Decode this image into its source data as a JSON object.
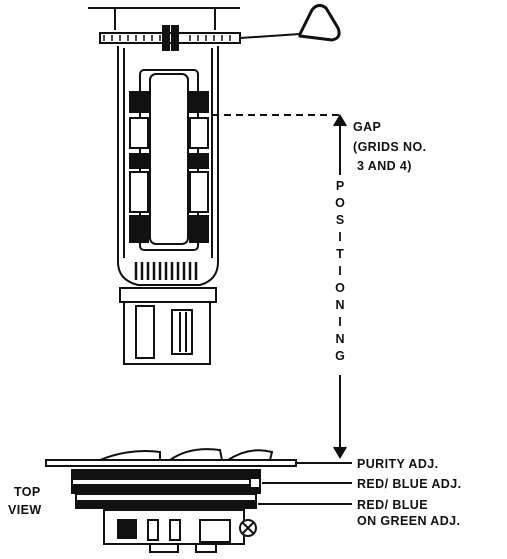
{
  "labels": {
    "gap_line1": "GAP",
    "gap_line2": "(GRIDS NO.",
    "gap_line3": "3 AND 4)",
    "positioning_letters": [
      "P",
      "O",
      "S",
      "I",
      "T",
      "I",
      "O",
      "N",
      "I",
      "N",
      "G"
    ],
    "purity": "PURITY ADJ.",
    "red_blue": "RED/ BLUE ADJ.",
    "red_blue_green_line1": "RED/ BLUE",
    "red_blue_green_line2": "ON GREEN ADJ.",
    "top_view_line1": "TOP",
    "top_view_line2": "VIEW"
  },
  "colors": {
    "ink": "#111111",
    "paper": "#ffffff"
  }
}
